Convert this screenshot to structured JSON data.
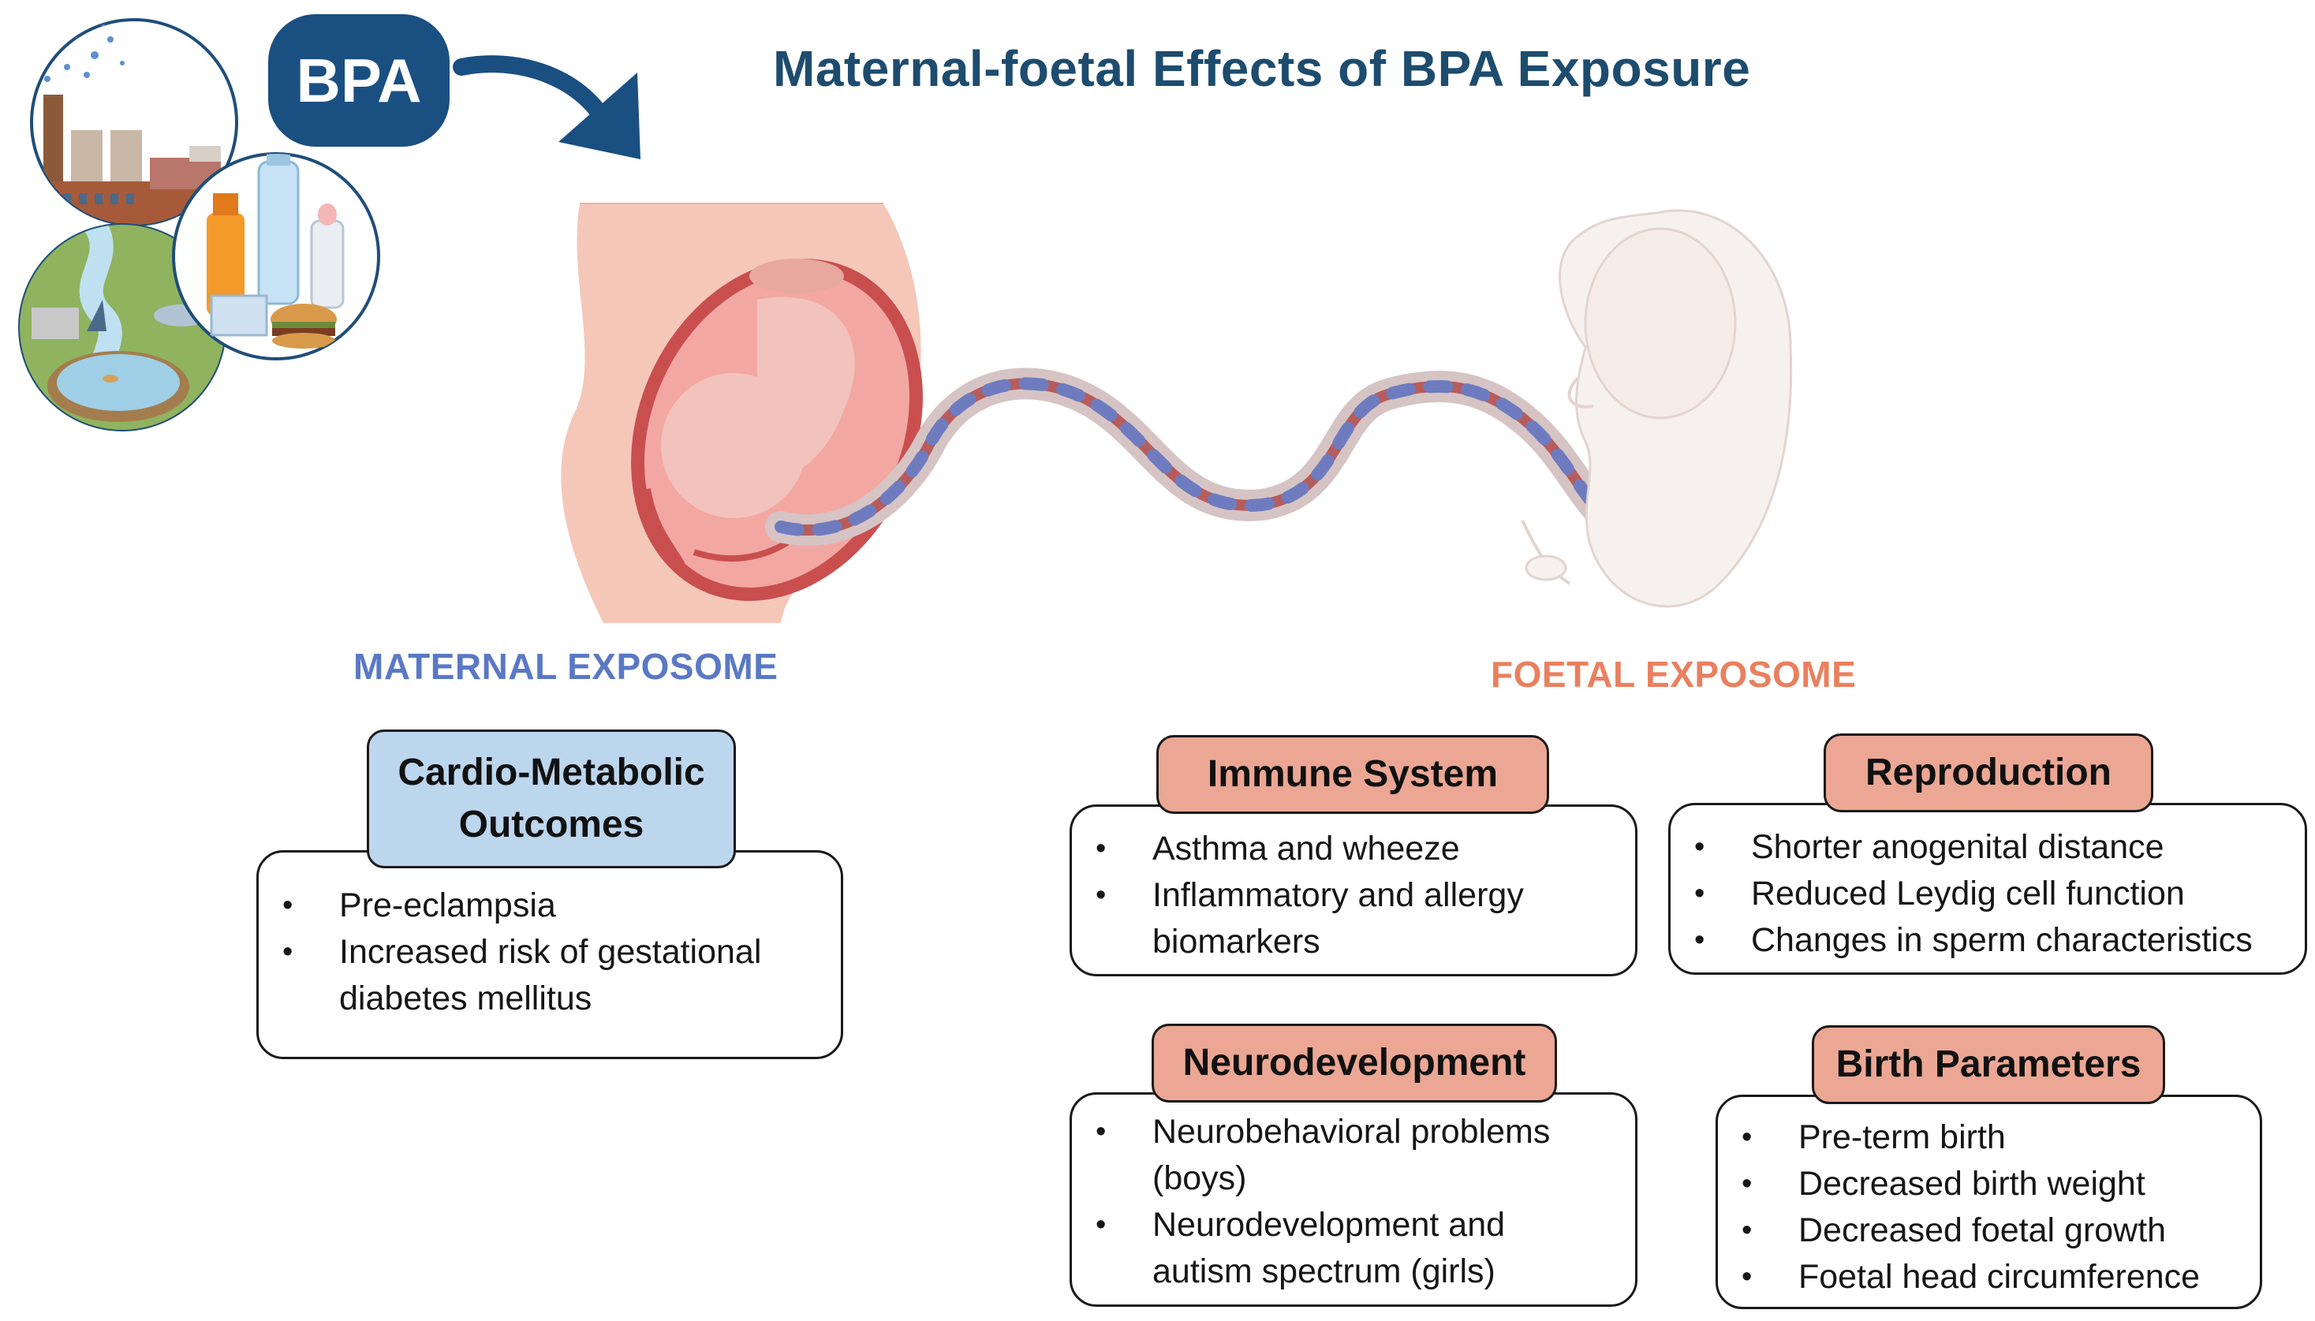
{
  "title": "Maternal-foetal Effects of BPA Exposure",
  "bpa_label": "BPA",
  "maternal_label": "MATERNAL EXPOSOME",
  "foetal_label": "FOETAL EXPOSOME",
  "colors": {
    "title": "#1d4c6e",
    "badge": "#1a4f82",
    "maternal": "#5a78c4",
    "foetal": "#e9805f",
    "blue_header": "#bcd6ee",
    "salmon_header": "#eba794"
  },
  "icons": [
    "factory-icon",
    "beverages-food-icon",
    "water-treatment-icon",
    "arrow-icon",
    "pregnant-woman-icon",
    "umbilical-cord-icon",
    "foetus-icon"
  ],
  "maternal_boxes": [
    {
      "header": "Cardio-Metabolic Outcomes",
      "items": [
        "Pre-eclampsia",
        "Increased risk of gestational diabetes mellitus"
      ]
    }
  ],
  "foetal_boxes": [
    {
      "header": "Immune System",
      "items": [
        "Asthma and wheeze",
        "Inflammatory and allergy biomarkers"
      ]
    },
    {
      "header": "Reproduction",
      "items": [
        "Shorter anogenital distance",
        "Reduced Leydig cell function",
        "Changes in sperm characteristics"
      ]
    },
    {
      "header": "Neurodevelopment",
      "items": [
        "Neurobehavioral problems (boys)",
        "Neurodevelopment and autism spectrum (girls)"
      ]
    },
    {
      "header": "Birth Parameters",
      "items": [
        "Pre-term birth",
        "Decreased birth weight",
        "Decreased foetal growth",
        "Foetal head circumference"
      ]
    }
  ]
}
